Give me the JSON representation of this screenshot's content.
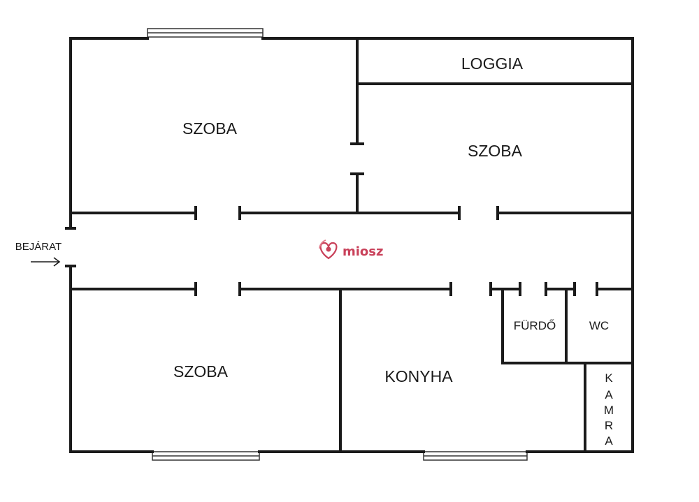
{
  "colors": {
    "wall": "#1a1a1a",
    "window_frame": "#333333",
    "background": "#ffffff",
    "logo_accent": "#c9415a"
  },
  "rooms": {
    "szoba_top_left": "SZOBA",
    "szoba_right": "SZOBA",
    "szoba_bottom_left": "SZOBA",
    "loggia": "LOGGIA",
    "konyha": "KONYHA",
    "furdo": "FÜRDŐ",
    "wc": "WC",
    "kamra": [
      "K",
      "A",
      "M",
      "R",
      "A"
    ]
  },
  "entrance": {
    "label": "BEJÁRAT",
    "arrow_icon": "arrow-right-icon"
  },
  "watermark": {
    "text": "miosz",
    "icon": "heart-logo-icon"
  }
}
